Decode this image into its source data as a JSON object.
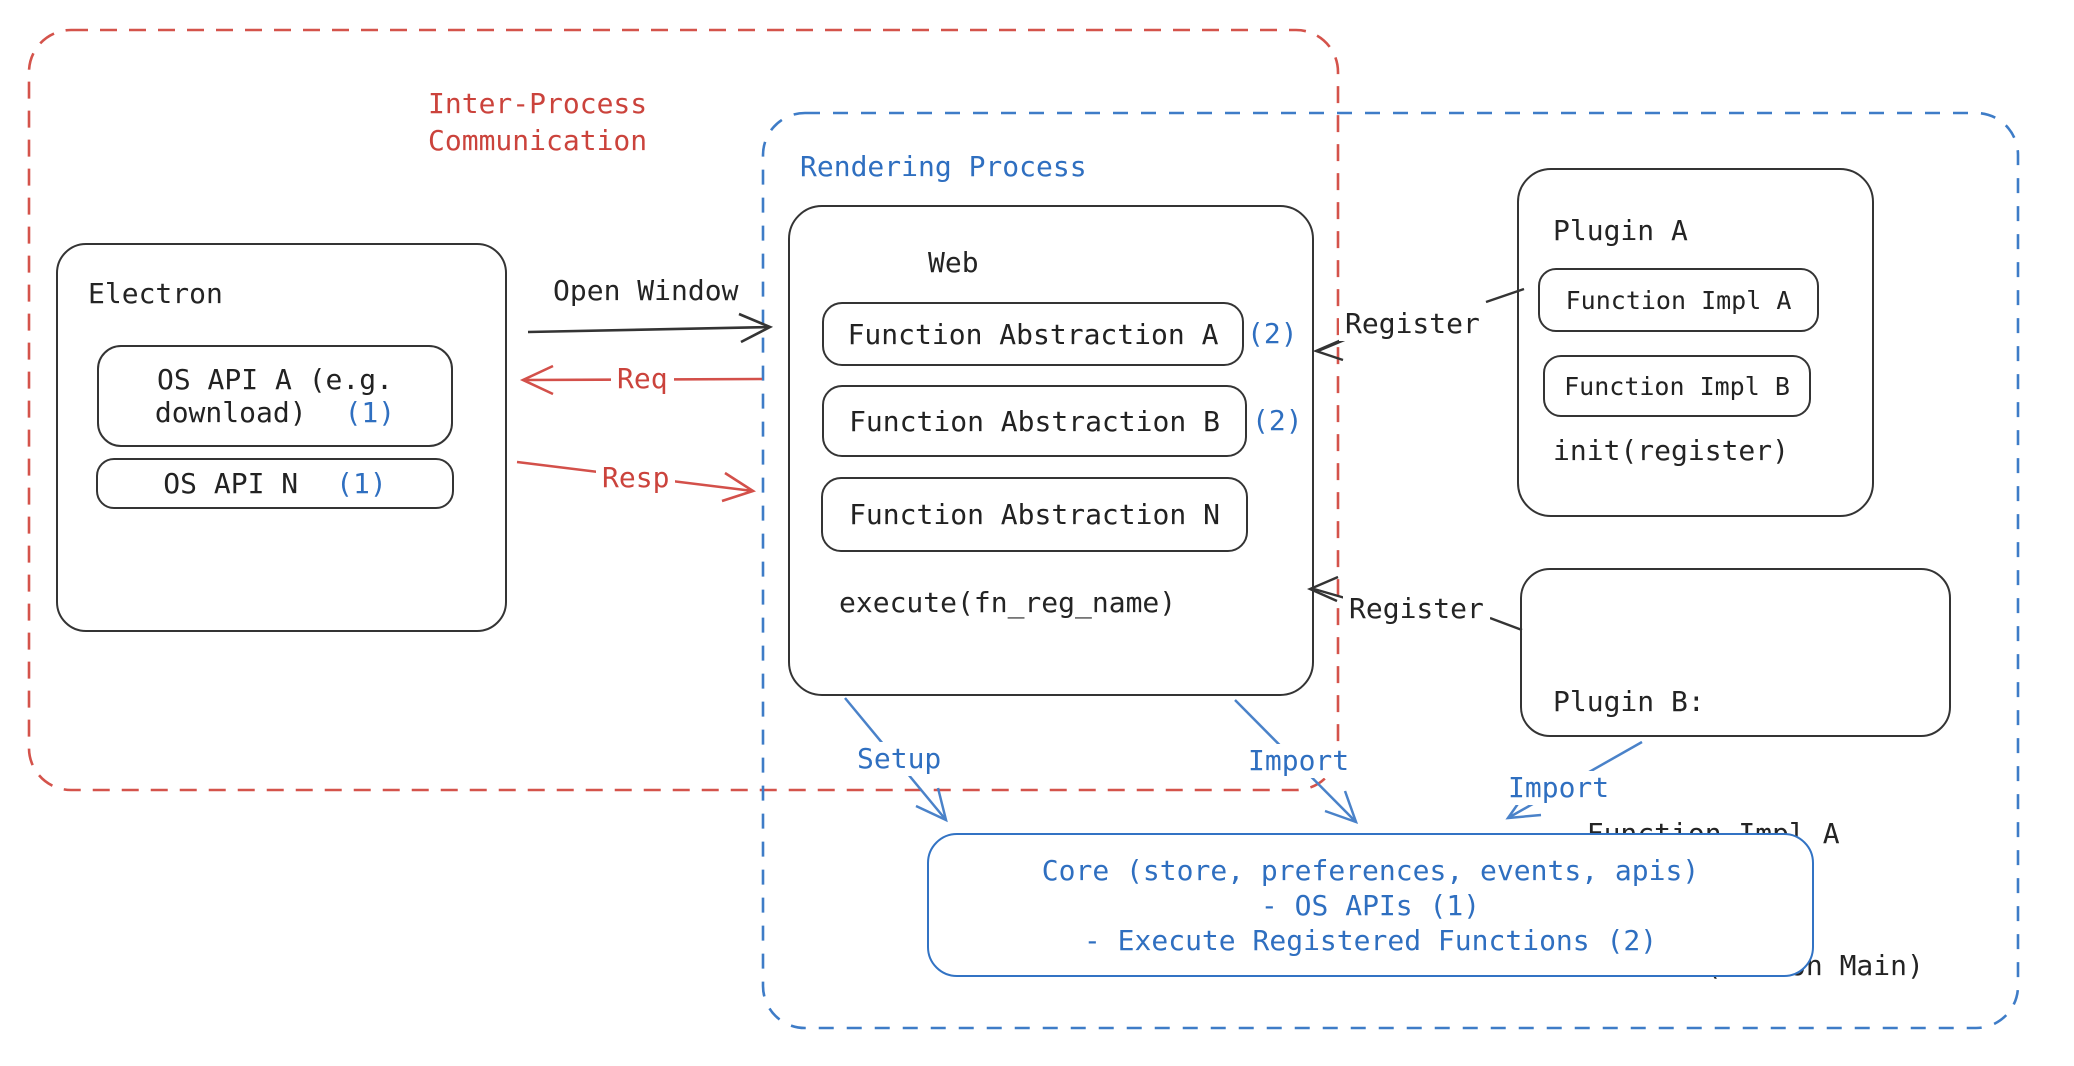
{
  "colors": {
    "red": "#cb433c",
    "blue": "#2f6fc0",
    "ink": "#242424"
  },
  "ipc_region": {
    "label_line1": "Inter-Process",
    "label_line2": "Communication"
  },
  "rendering_region": {
    "label": "Rendering Process"
  },
  "electron": {
    "title": "Electron",
    "api_a_line1": "OS API A (e.g.",
    "api_a_line2": "download)",
    "api_a_badge": "(1)",
    "api_n_label": "OS API N",
    "api_n_badge": "(1)"
  },
  "web": {
    "title": "Web",
    "abstraction_a": "Function Abstraction A",
    "abstraction_b": "Function Abstraction B",
    "abstraction_n": "Function Abstraction N",
    "badge_a": "(2)",
    "badge_b": "(2)",
    "execute_label": "execute(fn_reg_name)"
  },
  "plugin_a": {
    "title": "Plugin A",
    "impl_a": "Function Impl A",
    "impl_b": "Function Impl B",
    "init_label": "init(register)"
  },
  "plugin_b": {
    "line1": "Plugin B:",
    "line2": "- Function Impl A",
    "line3": "- Module (run on Main)"
  },
  "core": {
    "line1": "Core (store, preferences, events, apis)",
    "line2": "- OS APIs (1)",
    "line3": "- Execute Registered Functions (2)"
  },
  "arrows": {
    "open_window": "Open Window",
    "req": "Req",
    "resp": "Resp",
    "register_a": "Register",
    "register_b": "Register",
    "setup": "Setup",
    "import_web": "Import",
    "import_plugin": "Import"
  }
}
